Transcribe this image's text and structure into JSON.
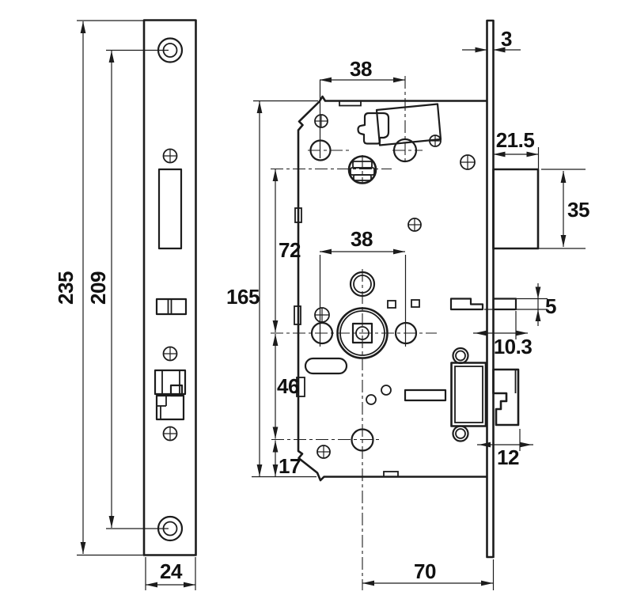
{
  "drawing": {
    "type": "mortise-lock technical drawing",
    "background_color": "#ffffff",
    "line_color": "#1c1c1c"
  },
  "dimensions": {
    "faceplate_height": "235",
    "screw_hole_spacing": "209",
    "faceplate_width": "24",
    "cylinder_spacing_top": "38",
    "spindle_spacing": "38",
    "body_height": "165",
    "cylinder_to_spindle": "72",
    "spindle_to_deadbolt": "46",
    "bottom_margin": "17",
    "backset": "70",
    "faceplate_thickness": "3",
    "latch_projection": "21.5",
    "latch_height": "35",
    "pin_height": "5",
    "pin_projection": "10.3",
    "bolt_throw": "12"
  }
}
